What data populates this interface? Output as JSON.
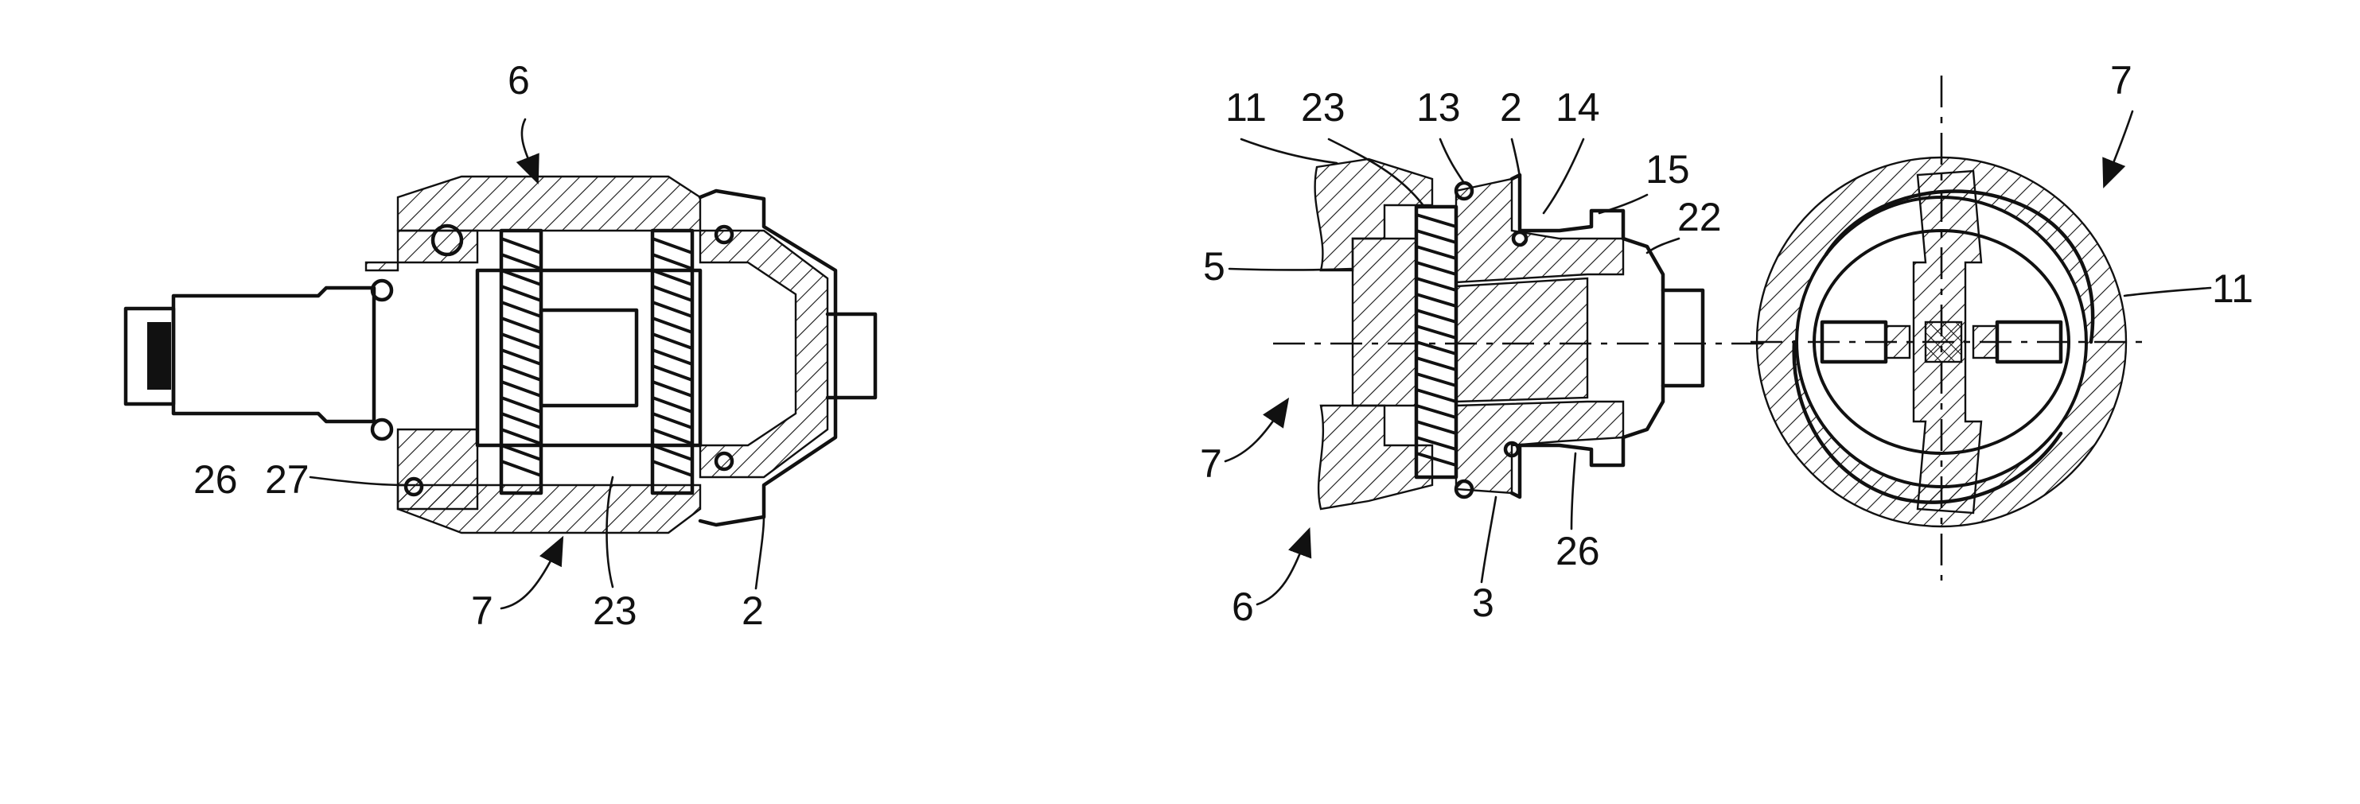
{
  "figure_left": {
    "labels": {
      "l6": "6",
      "l26": "26",
      "l27": "27",
      "l7": "7",
      "l23": "23",
      "l2": "2"
    }
  },
  "figure_middle": {
    "labels": {
      "l11": "11",
      "l23": "23",
      "l13": "13",
      "l2": "2",
      "l14": "14",
      "l15": "15",
      "l22": "22",
      "l5": "5",
      "l7": "7",
      "l6": "6",
      "l3": "3",
      "l26": "26"
    }
  },
  "figure_right": {
    "labels": {
      "l7": "7",
      "l11": "11"
    }
  }
}
